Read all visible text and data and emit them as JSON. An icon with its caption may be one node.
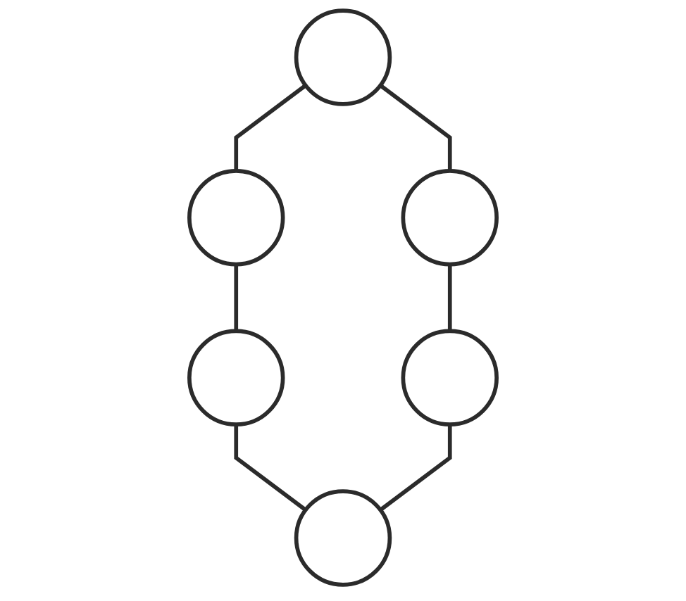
{
  "diagram": {
    "nodes": [
      {
        "text": [],
        "shape": "circle"
      },
      {
        "text": [],
        "shape": "circle"
      },
      {
        "text": [],
        "shape": "circle"
      },
      {
        "text": [],
        "shape": "circle"
      },
      {
        "text": [],
        "shape": "circle"
      },
      {
        "text": [],
        "shape": "circle"
      }
    ],
    "edges": [
      {
        "from": 0,
        "to": 1,
        "arrow": "none"
      },
      {
        "from": 0,
        "to": 2,
        "arrow": "none"
      },
      {
        "from": 1,
        "to": 3,
        "arrow": "none"
      },
      {
        "from": 2,
        "to": 5,
        "arrow": "none"
      },
      {
        "from": 3,
        "to": 4,
        "arrow": "none"
      },
      {
        "from": 5,
        "to": 4,
        "arrow": "none"
      }
    ]
  }
}
